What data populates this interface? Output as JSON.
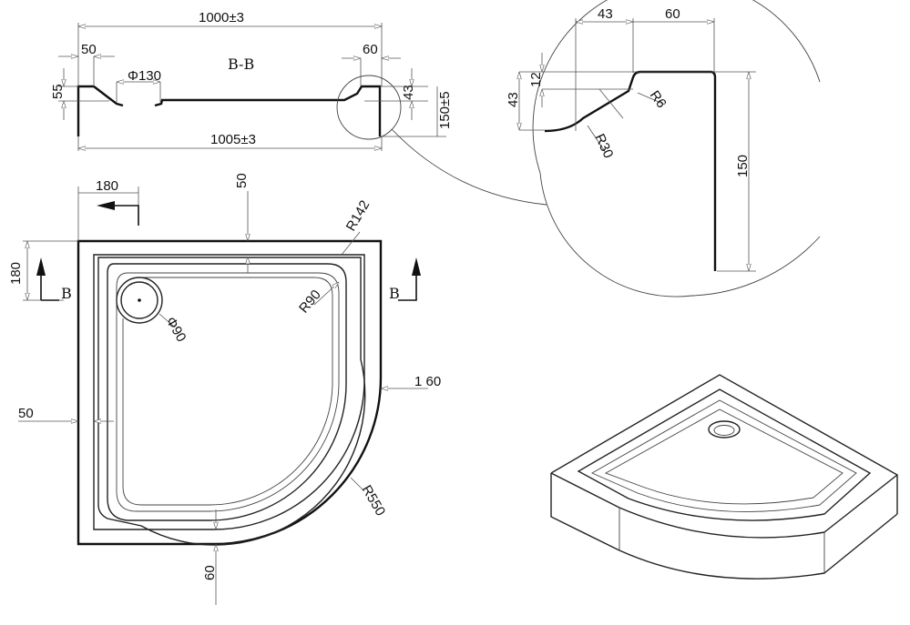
{
  "section_view": {
    "title": "B-B",
    "width_top": "1000±3",
    "width_bottom": "1005±3",
    "left_rim": "50",
    "right_rim": "60",
    "drain": "Φ130",
    "rim_height": "55",
    "step_height": "43",
    "total_height": "150±5"
  },
  "detail_view": {
    "width_slope": "43",
    "width_rim": "60",
    "step": "12",
    "depth": "43",
    "radius_small": "R6",
    "radius_large": "R30",
    "height": "150"
  },
  "plan_view": {
    "arrow_offset": "180",
    "top_rim": "50",
    "left_offset": "180",
    "section_mark_left": "B",
    "section_mark_right": "B",
    "corner_radius": "R142",
    "inner_radius": "R90",
    "drain": "Φ90",
    "side_rim_right": "1 60",
    "side_rim_left": "50",
    "outer_radius": "R550",
    "bottom_rim": "60"
  }
}
